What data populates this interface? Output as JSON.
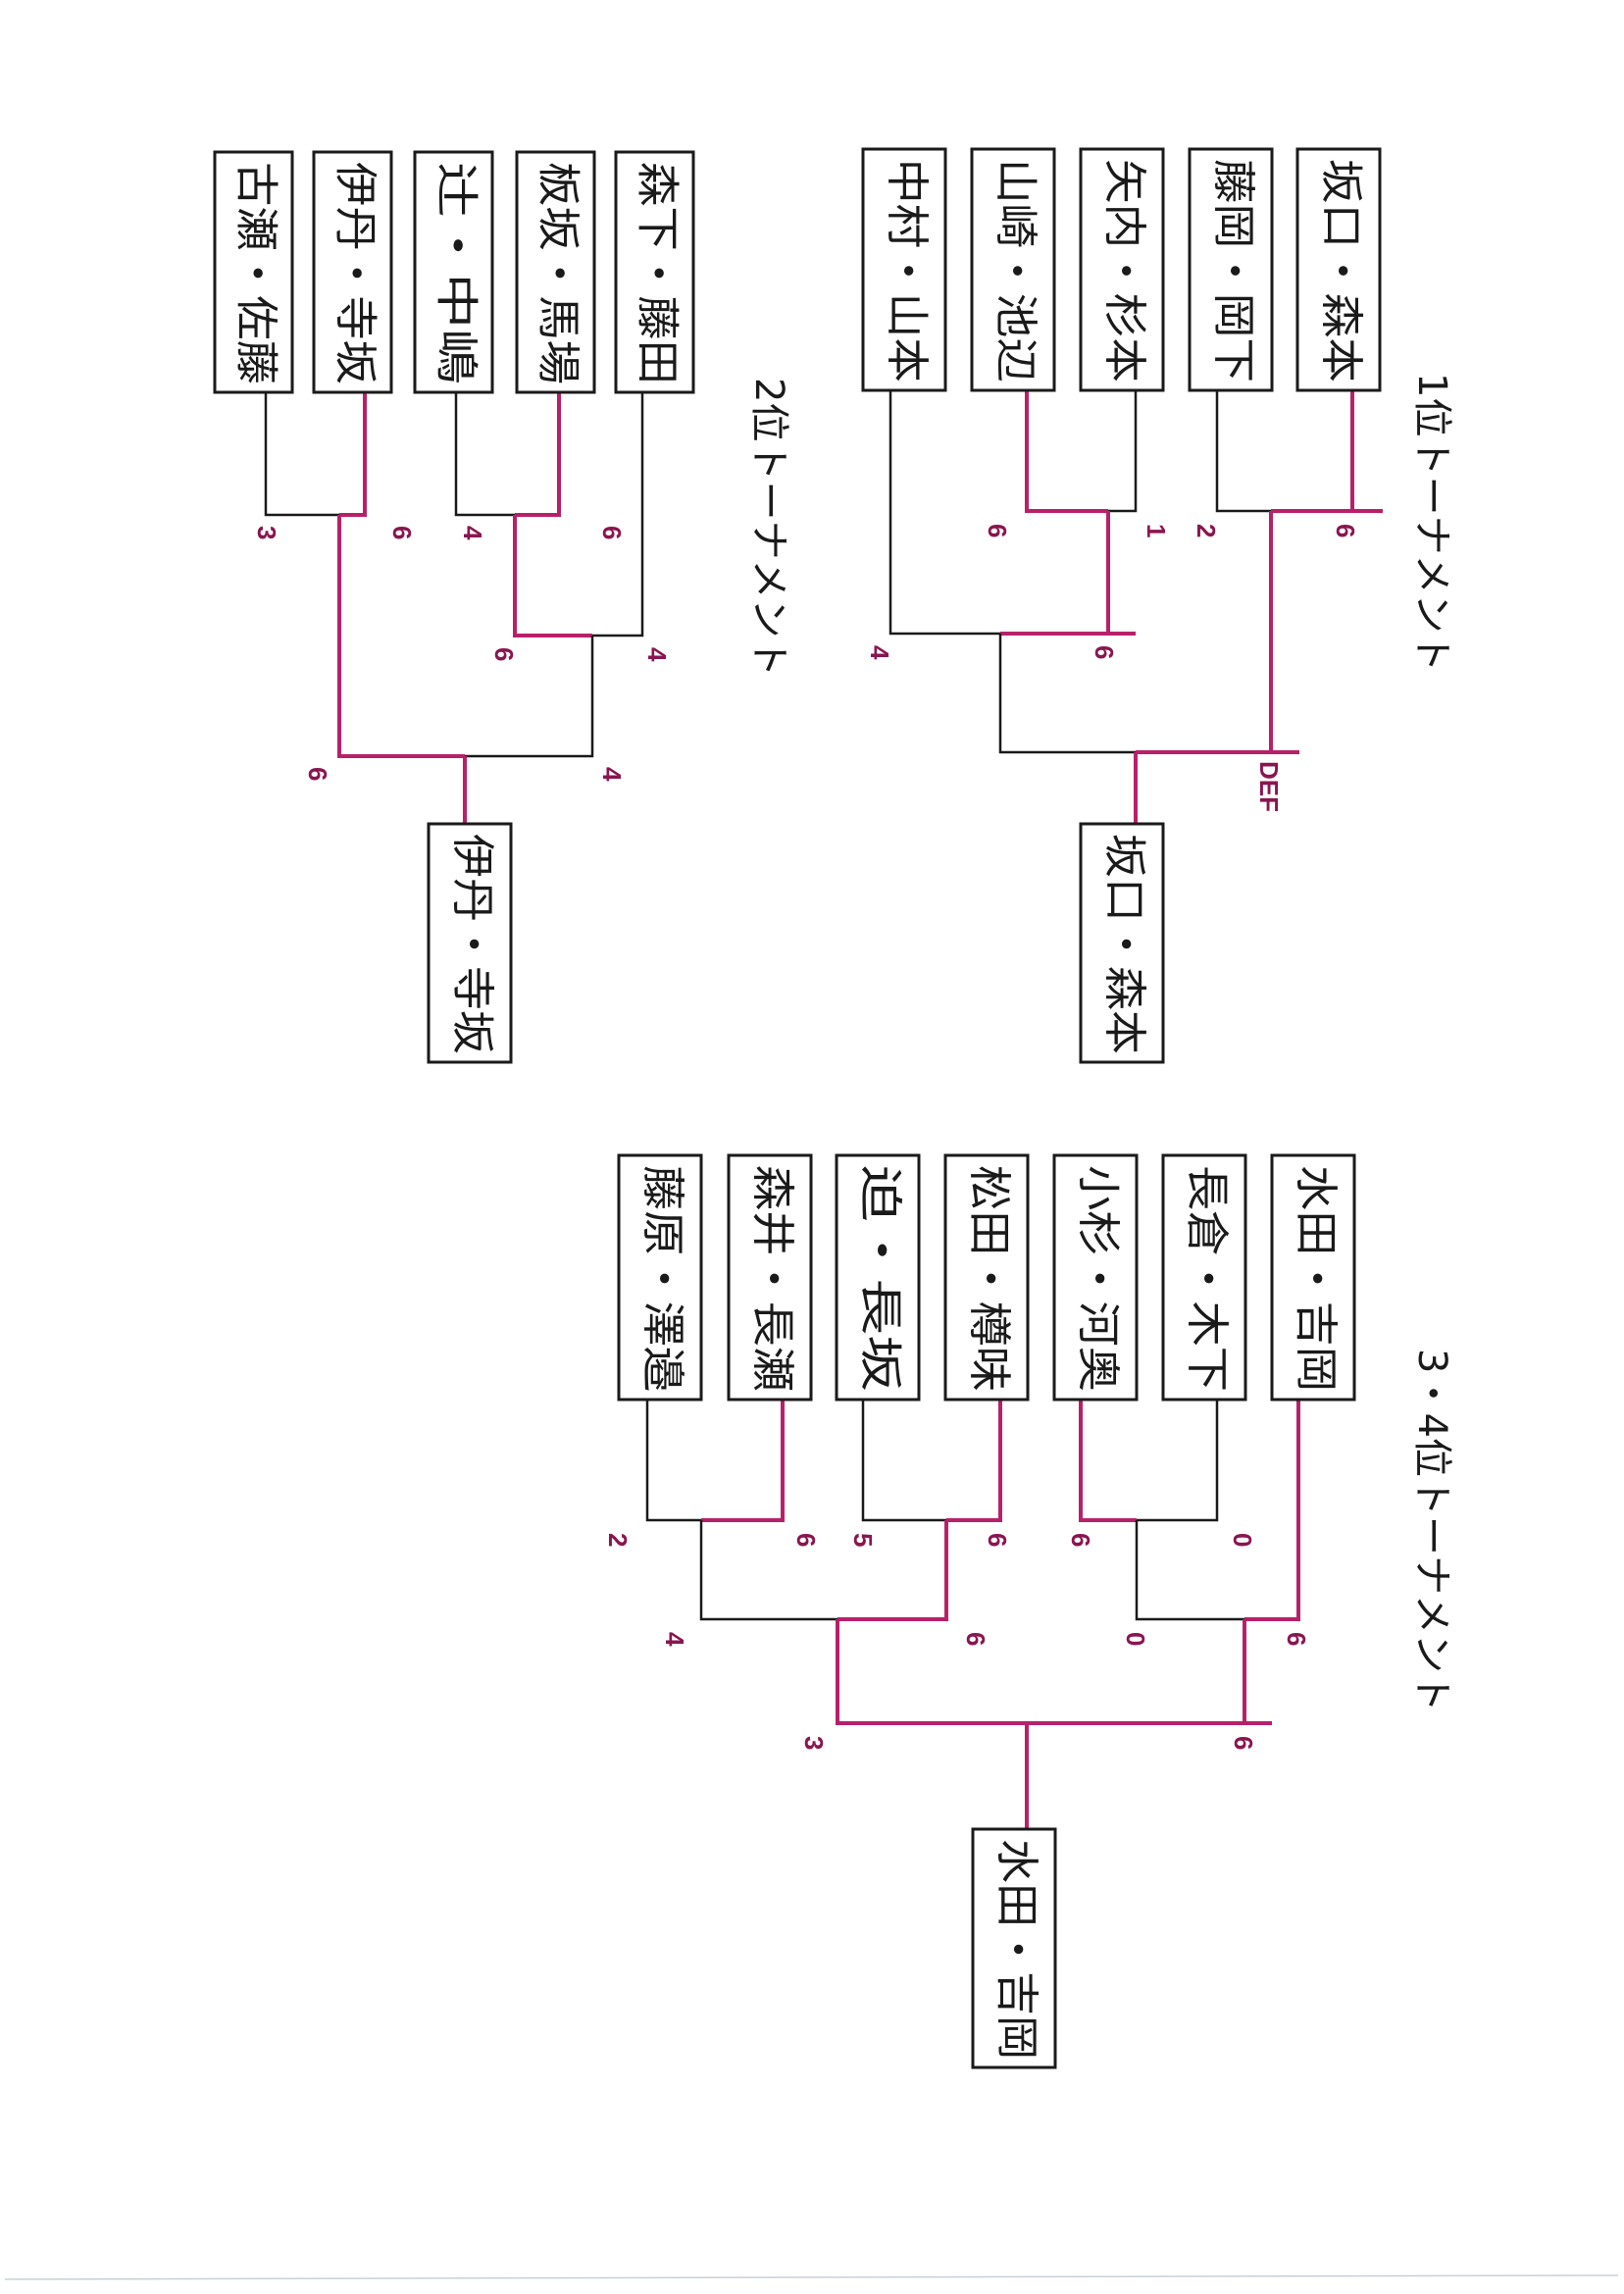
{
  "document": {
    "orientation": "rotated-90-clockwise",
    "colors": {
      "winner_line": "#b8206a",
      "loser_line": "#1a1a1a",
      "score_text": "#8a1550",
      "box_border": "#1a1a1a"
    }
  },
  "tournaments": [
    {
      "id": "t1",
      "title": "1位トーナメント",
      "entrants": [
        "坂口・森本",
        "藤岡・岡下",
        "矢内・杉本",
        "山崎・池辺",
        "中村・山本"
      ],
      "matches": [
        {
          "round": 1,
          "a": "坂口・森本",
          "b": "藤岡・岡下",
          "score_a": "6",
          "score_b": "2",
          "winner": "坂口・森本"
        },
        {
          "round": 1,
          "a": "矢内・杉本",
          "b": "山崎・池辺",
          "score_a": "1",
          "score_b": "6",
          "winner": "山崎・池辺"
        },
        {
          "round": 2,
          "a": "山崎・池辺",
          "b": "中村・山本",
          "score_a": "6",
          "score_b": "4",
          "winner": "山崎・池辺"
        },
        {
          "round": 3,
          "a": "坂口・森本",
          "b": "山崎・池辺",
          "score_a": "DEF",
          "score_b": "",
          "winner": "坂口・森本"
        }
      ],
      "champion": "坂口・森本"
    },
    {
      "id": "t2",
      "title": "2位トーナメント",
      "entrants": [
        "森下・藤田",
        "板坂・馬場",
        "辻・中嶋",
        "伊丹・寺坂",
        "古瀬・佐藤"
      ],
      "matches": [
        {
          "round": 1,
          "a": "板坂・馬場",
          "b": "辻・中嶋",
          "score_a": "6",
          "score_b": "4",
          "winner": "板坂・馬場"
        },
        {
          "round": 1,
          "a": "伊丹・寺坂",
          "b": "古瀬・佐藤",
          "score_a": "6",
          "score_b": "3",
          "winner": "伊丹・寺坂"
        },
        {
          "round": 2,
          "a": "森下・藤田",
          "b": "板坂・馬場",
          "score_a": "4",
          "score_b": "6",
          "winner": "板坂・馬場"
        },
        {
          "round": 3,
          "a": "板坂・馬場",
          "b": "伊丹・寺坂",
          "score_a": "4",
          "score_b": "6",
          "winner": "伊丹・寺坂"
        }
      ],
      "champion": "伊丹・寺坂"
    },
    {
      "id": "t3",
      "title": "3・4位トーナメント",
      "entrants": [
        "水田・吉岡",
        "長倉・木下",
        "小杉・河奥",
        "松田・樽味",
        "迫・長坂",
        "森井・長瀬",
        "藤原・澤邉"
      ],
      "matches": [
        {
          "round": 1,
          "a": "長倉・木下",
          "b": "小杉・河奥",
          "score_a": "0",
          "score_b": "6",
          "winner": "小杉・河奥"
        },
        {
          "round": 1,
          "a": "松田・樽味",
          "b": "迫・長坂",
          "score_a": "6",
          "score_b": "5",
          "winner": "松田・樽味"
        },
        {
          "round": 1,
          "a": "森井・長瀬",
          "b": "藤原・澤邉",
          "score_a": "6",
          "score_b": "2",
          "winner": "森井・長瀬"
        },
        {
          "round": 2,
          "a": "水田・吉岡",
          "b": "小杉・河奥",
          "score_a": "6",
          "score_b": "0",
          "winner": "水田・吉岡"
        },
        {
          "round": 2,
          "a": "松田・樽味",
          "b": "森井・長瀬",
          "score_a": "6",
          "score_b": "4",
          "winner": "松田・樽味"
        },
        {
          "round": 3,
          "a": "水田・吉岡",
          "b": "松田・樽味",
          "score_a": "6",
          "score_b": "3",
          "winner": "水田・吉岡"
        }
      ],
      "champion": "水田・吉岡"
    }
  ]
}
